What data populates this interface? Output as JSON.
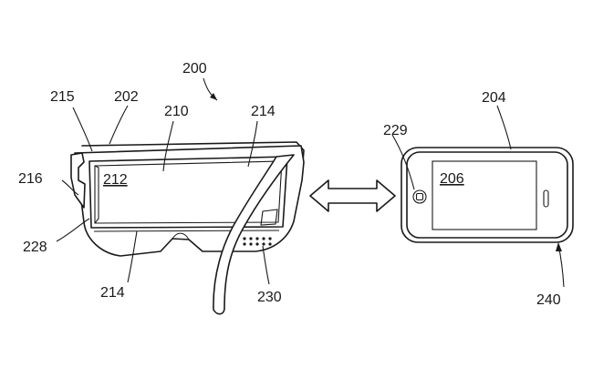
{
  "figure": {
    "labels": {
      "l200": "200",
      "l202": "202",
      "l204": "204",
      "l206": "206",
      "l210": "210",
      "l212": "212",
      "l214a": "214",
      "l214b": "214",
      "l215": "215",
      "l216": "216",
      "l228": "228",
      "l229": "229",
      "l230": "230",
      "l240": "240"
    },
    "colors": {
      "line": "#1a1a1a",
      "background": "#ffffff"
    },
    "icons": [
      "double-arrow-icon",
      "home-button-icon"
    ]
  }
}
